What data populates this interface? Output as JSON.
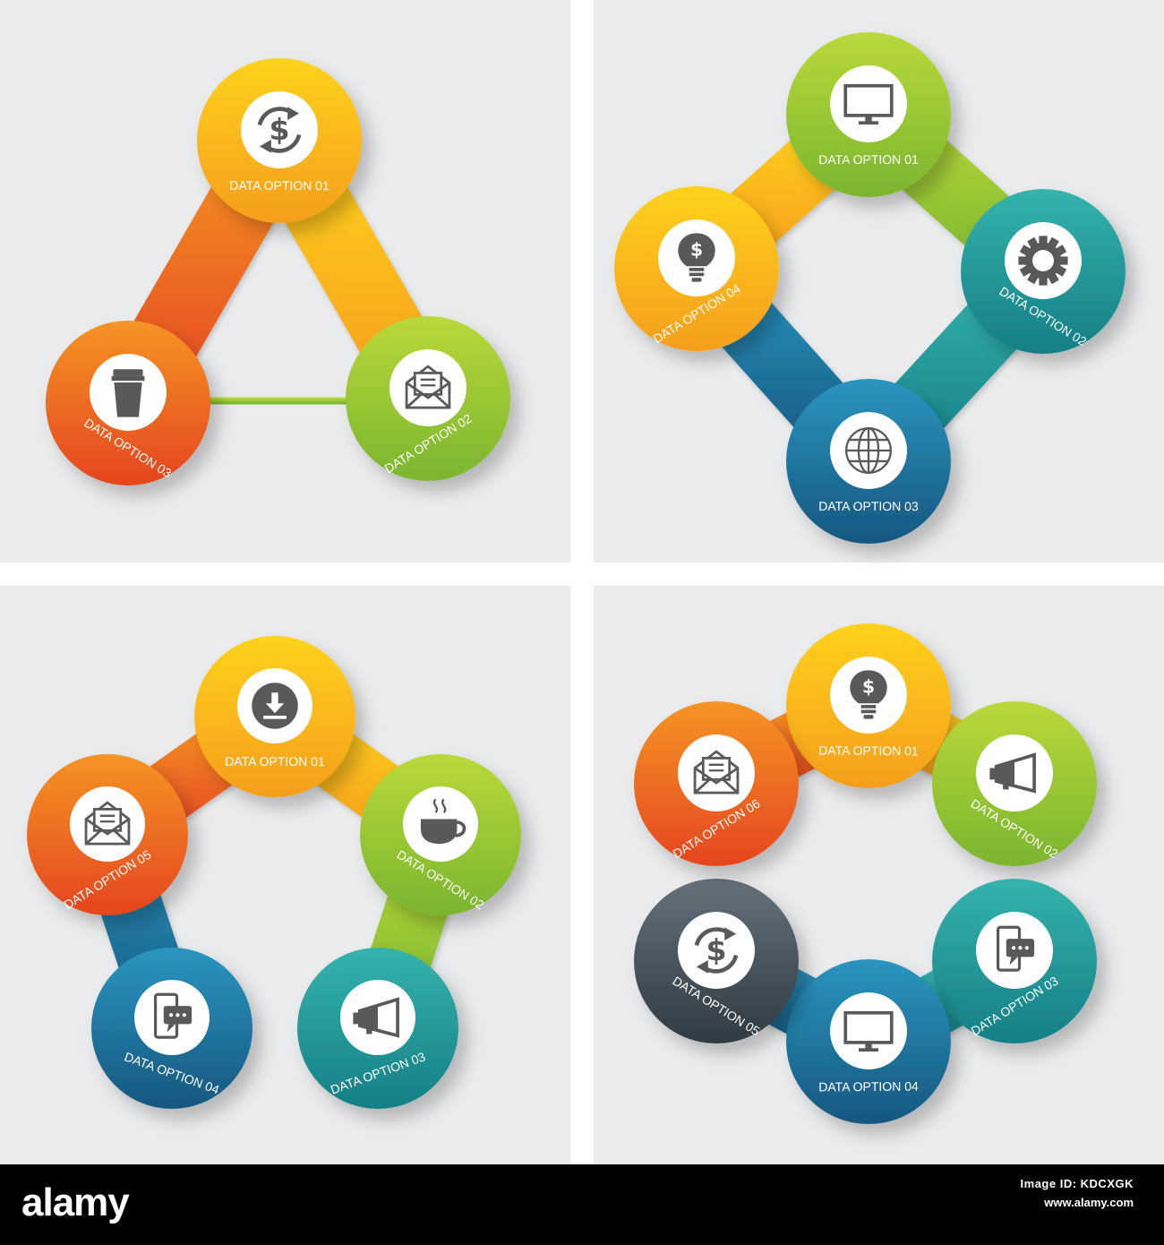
{
  "palette": {
    "yellow": [
      "#ffd21a",
      "#f59e1b"
    ],
    "green": [
      "#b9d93a",
      "#7bb52f"
    ],
    "orange": [
      "#f59425",
      "#e5451f"
    ],
    "teal": [
      "#35b3ad",
      "#157f86"
    ],
    "blue": [
      "#2a95c0",
      "#16577f"
    ],
    "dark": [
      "#65717b",
      "#2f3a42"
    ],
    "icon": "#58595b",
    "label": "#ffffff"
  },
  "diagrams": [
    {
      "id": "triangle",
      "nodes": [
        {
          "label": "DATA OPTION 01",
          "icon": "dollar-cycle-icon",
          "color": "yellow"
        },
        {
          "label": "DATA OPTION 02",
          "icon": "open-envelope-icon",
          "color": "green"
        },
        {
          "label": "DATA OPTION 03",
          "icon": "coffee-cup-icon",
          "color": "orange"
        }
      ]
    },
    {
      "id": "square",
      "nodes": [
        {
          "label": "DATA OPTION 01",
          "icon": "monitor-icon",
          "color": "green"
        },
        {
          "label": "DATA OPTION 02",
          "icon": "gear-icon",
          "color": "teal"
        },
        {
          "label": "DATA OPTION 03",
          "icon": "globe-icon",
          "color": "blue"
        },
        {
          "label": "DATA OPTION 04",
          "icon": "lightbulb-dollar-icon",
          "color": "yellow"
        }
      ]
    },
    {
      "id": "pentagon",
      "nodes": [
        {
          "label": "DATA OPTION 01",
          "icon": "download-icon",
          "color": "yellow"
        },
        {
          "label": "DATA OPTION 02",
          "icon": "coffee-mug-icon",
          "color": "green"
        },
        {
          "label": "DATA OPTION 03",
          "icon": "megaphone-icon",
          "color": "teal"
        },
        {
          "label": "DATA OPTION 04",
          "icon": "phone-chat-icon",
          "color": "blue"
        },
        {
          "label": "DATA OPTION 05",
          "icon": "open-envelope-icon",
          "color": "orange"
        }
      ]
    },
    {
      "id": "hexagon",
      "nodes": [
        {
          "label": "DATA OPTION 01",
          "icon": "lightbulb-dollar-icon",
          "color": "yellow"
        },
        {
          "label": "DATA OPTION 02",
          "icon": "megaphone-icon",
          "color": "green"
        },
        {
          "label": "DATA OPTION 03",
          "icon": "phone-chat-icon",
          "color": "teal"
        },
        {
          "label": "DATA OPTION 04",
          "icon": "monitor-icon",
          "color": "blue"
        },
        {
          "label": "DATA OPTION 05",
          "icon": "dollar-cycle-icon",
          "color": "dark"
        },
        {
          "label": "DATA OPTION 06",
          "icon": "open-envelope-icon",
          "color": "orange"
        }
      ]
    }
  ],
  "footer": {
    "logo": "alamy",
    "image_id": "Image ID: KDCXGK",
    "url": "www.alamy.com"
  }
}
